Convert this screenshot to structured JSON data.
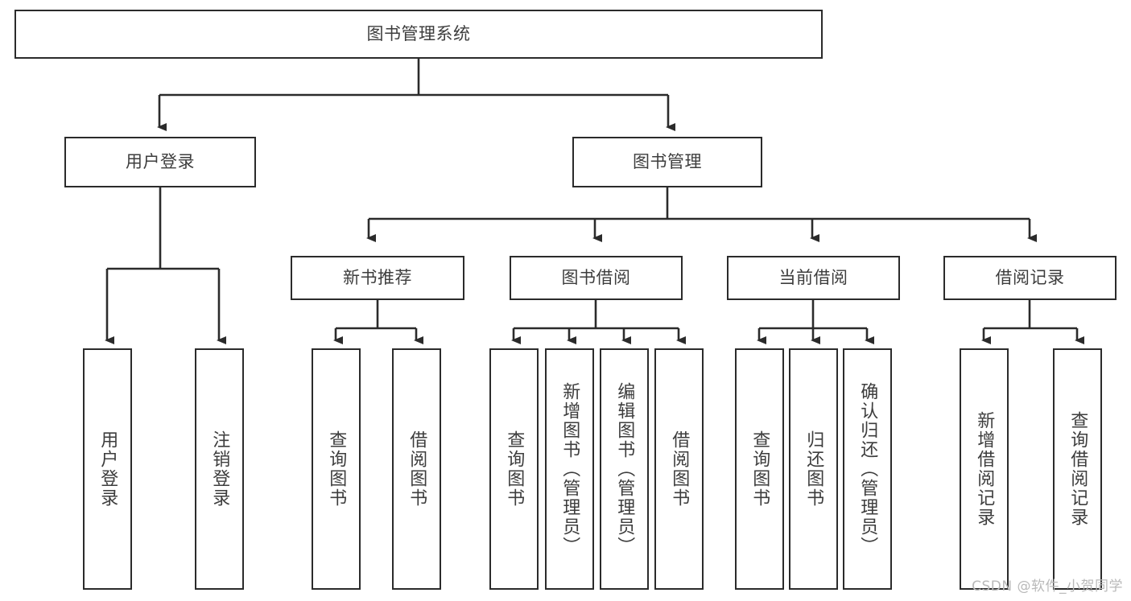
{
  "diagram": {
    "title": "图书管理系统",
    "watermark": "CSDN @软件_小贺同学",
    "colors": {
      "background": "#ffffff",
      "box_border": "#2b2b2b",
      "box_fill": "#ffffff",
      "text": "#3d3d3d",
      "edge": "#2b2b2b",
      "watermark": "#b9b9b9"
    },
    "levels": {
      "root": {
        "label": "图书管理系统"
      },
      "level2": [
        {
          "id": "user-login",
          "label": "用户登录"
        },
        {
          "id": "book-management",
          "label": "图书管理"
        }
      ],
      "level3": [
        {
          "id": "new-book-recommend",
          "label": "新书推荐"
        },
        {
          "id": "book-borrow",
          "label": "图书借阅"
        },
        {
          "id": "current-borrow",
          "label": "当前借阅"
        },
        {
          "id": "borrow-record",
          "label": "借阅记录"
        }
      ],
      "level4": [
        {
          "id": "leaf-user-login",
          "label": "用户登录",
          "parent": "user-login"
        },
        {
          "id": "leaf-user-logout",
          "label": "注销登录",
          "parent": "user-login"
        },
        {
          "id": "leaf-query-book-1",
          "label": "查询图书",
          "parent": "new-book-recommend"
        },
        {
          "id": "leaf-borrow-book-1",
          "label": "借阅图书",
          "parent": "new-book-recommend"
        },
        {
          "id": "leaf-query-book-2",
          "label": "查询图书",
          "parent": "book-borrow"
        },
        {
          "id": "leaf-add-book",
          "label": "新增图书（管理员）",
          "parent": "book-borrow"
        },
        {
          "id": "leaf-edit-book",
          "label": "编辑图书（管理员）",
          "parent": "book-borrow"
        },
        {
          "id": "leaf-borrow-book-2",
          "label": "借阅图书",
          "parent": "book-borrow"
        },
        {
          "id": "leaf-query-book-3",
          "label": "查询图书",
          "parent": "current-borrow"
        },
        {
          "id": "leaf-return-book",
          "label": "归还图书",
          "parent": "current-borrow"
        },
        {
          "id": "leaf-confirm-return",
          "label": "确认归还（管理员）",
          "parent": "current-borrow"
        },
        {
          "id": "leaf-add-record",
          "label": "新增借阅记录",
          "parent": "borrow-record"
        },
        {
          "id": "leaf-query-record",
          "label": "查询借阅记录",
          "parent": "borrow-record"
        }
      ]
    }
  }
}
